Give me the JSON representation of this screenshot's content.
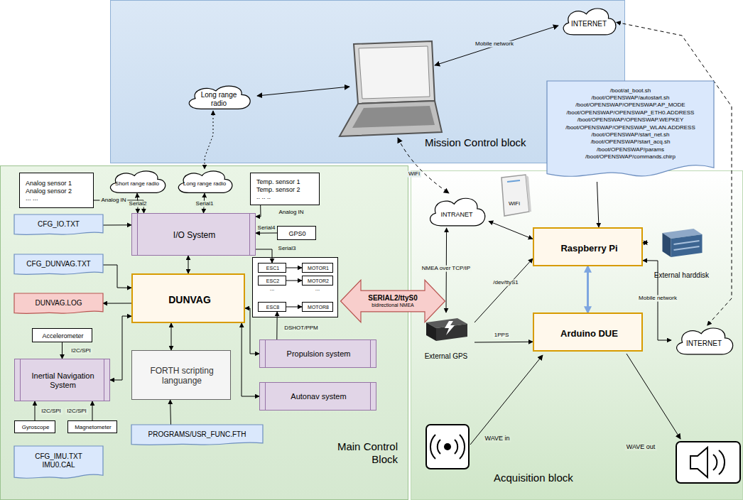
{
  "diagram": {
    "nodes": [
      {
        "text": [
          "Mission Control block"
        ]
      },
      {
        "text": [
          "Long range radio"
        ],
        "in": 0
      },
      {
        "text": [
          "INTERNET"
        ],
        "in": 0
      },
      {
        "text": [
          "Main Control Block"
        ]
      },
      {
        "text": [
          "Analog sensor 1 Analog sensor 2 ... ..."
        ],
        "in": 3
      },
      {
        "text": [
          "Short range radio"
        ],
        "in": 3
      },
      {
        "text": [
          "Long range radio"
        ],
        "in": 3
      },
      {
        "text": [
          "Temp. sensor 1 Temp. sensor 2 .. .. .."
        ],
        "in": 3
      },
      {
        "text": [
          "CFG_IO.TXT"
        ],
        "in": 3
      },
      {
        "text": [
          "I/O System"
        ],
        "in": 3
      },
      {
        "text": [
          "GPS0"
        ],
        "in": 3
      },
      {
        "text": [
          "CFG_DUNVAG.TXT"
        ],
        "in": 3
      },
      {
        "text": [
          "ESC1"
        ],
        "in": 3
      },
      {
        "text": [
          "MOTOR1"
        ],
        "in": 3
      },
      {
        "text": [
          "ESC2"
        ],
        "in": 3
      },
      {
        "text": [
          "MOTOR2"
        ],
        "in": 3
      },
      {
        "text": [
          "ESC8"
        ],
        "in": 3
      },
      {
        "text": [
          "MOTOR8"
        ],
        "in": 3
      },
      {
        "text": [
          "DUNVAG"
        ],
        "in": 3
      },
      {
        "text": [
          "DUNVAG.LOG"
        ],
        "in": 3
      },
      {
        "text": [
          "Accelerometer"
        ],
        "in": 3
      },
      {
        "text": [
          "Inertial Navigation System"
        ],
        "in": 3
      },
      {
        "text": [
          "FORTH scripting languange"
        ],
        "in": 3
      },
      {
        "text": [
          "Propulsion system"
        ],
        "in": 3
      },
      {
        "text": [
          "Autonav system"
        ],
        "in": 3
      },
      {
        "text": [
          "Gyroscope"
        ],
        "in": 3
      },
      {
        "text": [
          "Magnetometer"
        ],
        "in": 3
      },
      {
        "text": [
          "CFG_IMU.TXT",
          "IMU0.CAL"
        ],
        "in": 3
      },
      {
        "text": [
          "PROGRAMS/USR_FUNC.FTH"
        ],
        "in": 3
      },
      {
        "text": [
          "SERIAL2/ttyS0",
          "bidirectional NMEA"
        ]
      },
      {
        "text": [
          "Acquisition block"
        ]
      },
      {
        "text": [
          "/boot/at_boot.sh",
          "/boot/OPENSWAP/autostart.sh",
          "/boot/OPENSWAP/OPENSWAP.AP_MODE",
          "/boot/OPENSWAP/OPENSWAP_ETH0.ADDRESS",
          "/boot/OPENSWAP/OPENSWAP.WEPKEY",
          "/boot/OPENSWAP/OPENSWAP_WLAN.ADDRESS",
          "/boot/OPENSWAP/start_net.sh",
          "/boot/OPENSWAP/start_acq.sh",
          "/boot/OPENSWAP/params",
          "/boot/OPENSWAP/commands.chirp"
        ],
        "in": 30
      },
      {
        "text": [
          "WiFi"
        ],
        "in": 30
      },
      {
        "text": [
          "INTRANET"
        ],
        "in": 30
      },
      {
        "text": [
          "Raspberry Pi"
        ],
        "in": 30
      },
      {
        "text": [
          "External harddisk"
        ],
        "in": 30
      },
      {
        "text": [
          "External GPS"
        ],
        "in": 30
      },
      {
        "text": [
          "Arduino DUE"
        ],
        "in": 30
      },
      {
        "text": [
          "INTERNET"
        ],
        "in": 30
      }
    ],
    "edges": [
      {
        "from": 1,
        "to": 6,
        "arrow": "both"
      },
      {
        "from": 2,
        "to": 38,
        "arrow": "both"
      },
      {
        "from": 4,
        "to": 9,
        "label": "Analog IN",
        "arrow": "to"
      },
      {
        "from": 5,
        "to": 9,
        "label": "Serial2",
        "arrow": "both"
      },
      {
        "from": 6,
        "to": 9,
        "label": "Serial1",
        "arrow": "both"
      },
      {
        "from": 7,
        "to": 9,
        "label": "Analog IN",
        "arrow": "to"
      },
      {
        "from": 10,
        "to": 9,
        "label": "Serial4",
        "arrow": "to"
      },
      {
        "from": 9,
        "to": 12,
        "label": "Serial3",
        "arrow": "to"
      },
      {
        "from": 12,
        "to": 13,
        "arrow": "to"
      },
      {
        "from": 14,
        "to": 15,
        "arrow": "to"
      },
      {
        "from": 16,
        "to": 17,
        "arrow": "to"
      },
      {
        "from": 23,
        "to": 16,
        "label": "DSHOT/PPM",
        "arrow": "to"
      },
      {
        "from": 8,
        "to": 9,
        "arrow": "to"
      },
      {
        "from": 11,
        "to": 18,
        "arrow": "to"
      },
      {
        "from": 9,
        "to": 18,
        "arrow": "both"
      },
      {
        "from": 18,
        "to": 19,
        "arrow": "to"
      },
      {
        "from": 18,
        "to": 21,
        "arrow": "both"
      },
      {
        "from": 18,
        "to": 22,
        "arrow": "both"
      },
      {
        "from": 18,
        "to": 23,
        "arrow": "both"
      },
      {
        "from": 18,
        "to": 24,
        "arrow": "both"
      },
      {
        "from": 20,
        "to": 21,
        "label": "I2C/SPI",
        "arrow": "to"
      },
      {
        "from": 25,
        "to": 21,
        "label": "I2C/SPI",
        "arrow": "to"
      },
      {
        "from": 26,
        "to": 21,
        "label": "I2C/SPI",
        "arrow": "to"
      },
      {
        "from": 28,
        "to": 22,
        "arrow": "to"
      },
      {
        "from": 33,
        "to": 34,
        "arrow": "both"
      },
      {
        "from": 36,
        "to": 33,
        "label": "NMEA over TCP/IP",
        "arrow": "both"
      },
      {
        "from": 36,
        "to": 34,
        "label": "/dev/ttyS1",
        "arrow": "to"
      },
      {
        "from": 36,
        "to": 37,
        "label": "1PPS",
        "arrow": "to"
      },
      {
        "from": 34,
        "to": 37,
        "arrow": "both"
      },
      {
        "from": 34,
        "to": 35,
        "arrow": "both"
      },
      {
        "from": 34,
        "to": 38,
        "label": "Mobile network",
        "arrow": "both"
      },
      {
        "from": 31,
        "to": 34,
        "arrow": "to"
      }
    ],
    "labels": [
      "Mobile network",
      "WiFi",
      "...",
      "...",
      "WAVE in",
      "WAVE out"
    ]
  }
}
